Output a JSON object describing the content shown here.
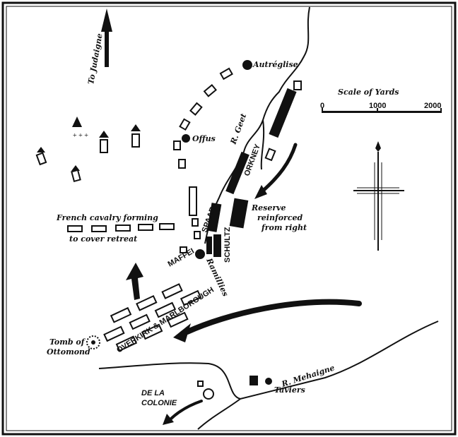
{
  "map": {
    "labels": {
      "to_judaigne": "To Judaigne",
      "autreglise": "Autréglise",
      "offus": "Offus",
      "r_geet": "R. Geet",
      "orkney": "ORKNEY",
      "french_cavalry_1": "French cavalry forming",
      "french_cavalry_2": "to cover retreat",
      "spaar": "SPAAR",
      "schultz": "SCHULTZ",
      "maffei": "MAFFEI",
      "ramillies": "Ramillies",
      "reserve_1": "Reserve",
      "reserve_2": "reinforced",
      "reserve_3": "from right",
      "overkirk": "OVERKIRK & MARLBOROUGH",
      "tomb_1": "Tomb of",
      "tomb_2": "Ottomond",
      "r_mehaigne": "R. Mehaigne",
      "taviers": "Taviers",
      "de_la": "DE LA",
      "colonie": "COLONIE"
    },
    "scale": {
      "title": "Scale of Yards",
      "ticks": [
        "0",
        "1000",
        "2000"
      ]
    }
  }
}
